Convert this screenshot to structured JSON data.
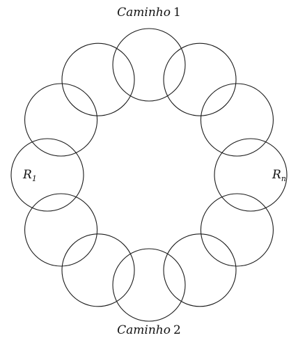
{
  "diagram": {
    "circles": [
      {
        "id": "R1"
      },
      {
        "id": "upper-1"
      },
      {
        "id": "upper-2"
      },
      {
        "id": "upper-3"
      },
      {
        "id": "upper-4"
      },
      {
        "id": "upper-5"
      },
      {
        "id": "Rn"
      },
      {
        "id": "lower-5"
      },
      {
        "id": "lower-4"
      },
      {
        "id": "lower-3"
      },
      {
        "id": "lower-2"
      },
      {
        "id": "lower-1"
      }
    ],
    "labels": {
      "path1": {
        "word": "Caminho",
        "number": "1"
      },
      "path2": {
        "word": "Caminho",
        "number": "2"
      },
      "r1": {
        "base": "R",
        "sub": "1"
      },
      "rn": {
        "base": "R",
        "sub": "n"
      }
    }
  }
}
